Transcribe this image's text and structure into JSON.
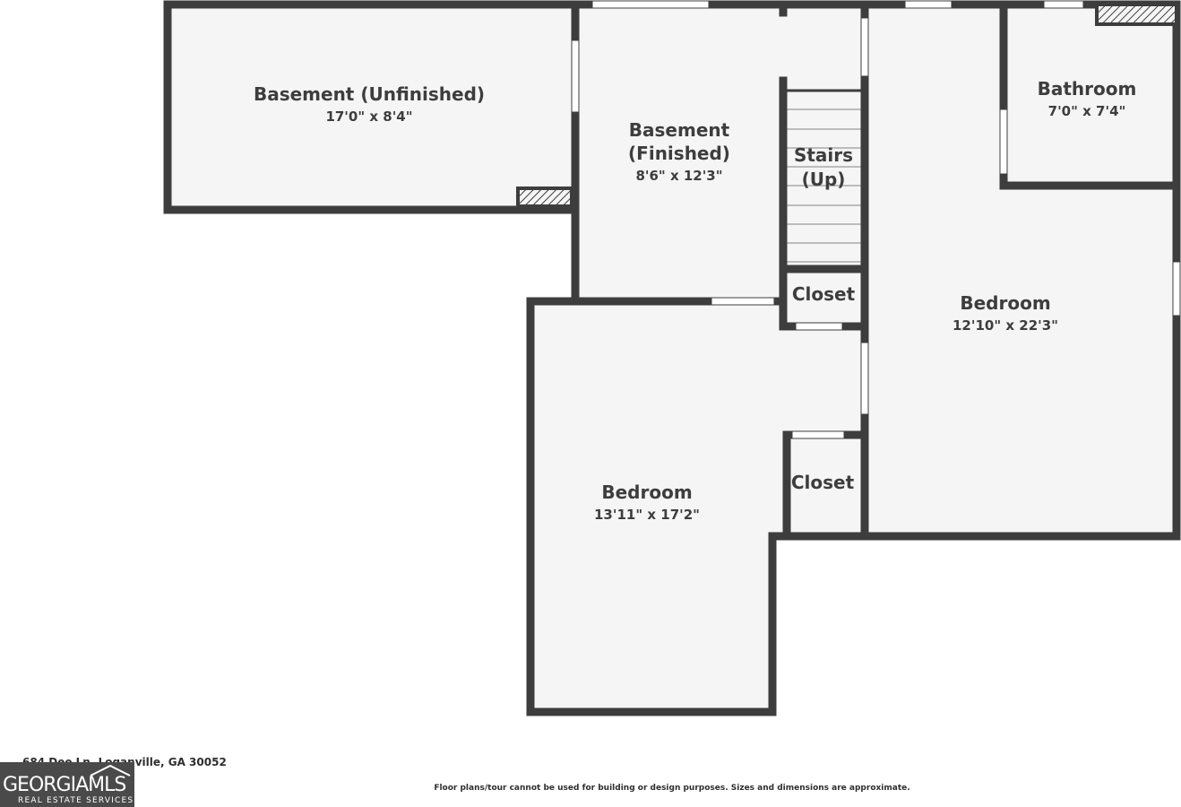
{
  "rooms": {
    "basement_unfinished": {
      "name": "Basement (Unfinished)",
      "dims": "17'0\" x 8'4\""
    },
    "basement_finished": {
      "name_line1": "Basement",
      "name_line2": "(Finished)",
      "dims": "8'6\" x 12'3\""
    },
    "stairs": {
      "name_line1": "Stairs",
      "name_line2": "(Up)"
    },
    "bathroom": {
      "name": "Bathroom",
      "dims": "7'0\" x 7'4\""
    },
    "closet_upper": {
      "name": "Closet"
    },
    "bedroom_right": {
      "name": "Bedroom",
      "dims": "12'10\" x 22'3\""
    },
    "closet_lower": {
      "name": "Closet"
    },
    "bedroom_left": {
      "name": "Bedroom",
      "dims": "13'11\" x 17'2\""
    }
  },
  "footer": {
    "address": "684 Dee Ln, Loganville, GA 30052",
    "disclaimer": "Floor plans/tour cannot be used for building or design purposes. Sizes and dimensions are approximate.",
    "logo_main": "GEORGIAMLS",
    "logo_sub": "REAL ESTATE SERVICES"
  },
  "colors": {
    "wall": "#3d3d3d",
    "floor": "#f5f5f5",
    "opening": "#ffffff",
    "text": "#3d3d3d",
    "logo_bg": "#4a4a4a"
  }
}
